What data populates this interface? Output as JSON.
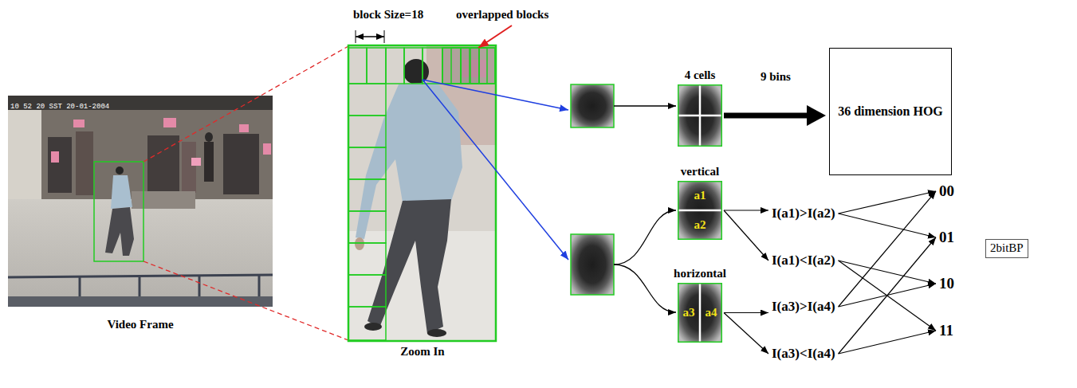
{
  "diagram": {
    "nodes": [
      {
        "text": [
          "4 cells"
        ]
      },
      {
        "text": [
          "36 dimension HOG"
        ]
      },
      {
        "text": [
          "vertical",
          "a1",
          "a2"
        ]
      },
      {
        "text": [
          "horizontal",
          "a3",
          "a4"
        ]
      },
      {
        "text": [
          "I(a1)>I(a2)"
        ]
      },
      {
        "text": [
          "I(a1)<I(a2)"
        ]
      },
      {
        "text": [
          "I(a3)>I(a4)"
        ]
      },
      {
        "text": [
          "I(a3)<I(a4)"
        ]
      },
      {
        "text": [
          "00"
        ]
      },
      {
        "text": [
          "01"
        ]
      },
      {
        "text": [
          "10"
        ]
      },
      {
        "text": [
          "11"
        ]
      },
      {
        "text": [
          "2bitBP"
        ]
      }
    ],
    "edges": [
      {
        "from": 0,
        "to": 1,
        "label": "9 bins",
        "arrow": "to"
      },
      {
        "from": 2,
        "to": 4,
        "arrow": "to"
      },
      {
        "from": 2,
        "to": 5,
        "arrow": "to"
      },
      {
        "from": 3,
        "to": 6,
        "arrow": "to"
      },
      {
        "from": 3,
        "to": 7,
        "arrow": "to"
      },
      {
        "from": 4,
        "to": 8,
        "arrow": "to"
      },
      {
        "from": 4,
        "to": 9,
        "arrow": "to"
      },
      {
        "from": 5,
        "to": 10,
        "arrow": "to"
      },
      {
        "from": 5,
        "to": 11,
        "arrow": "to"
      },
      {
        "from": 6,
        "to": 8,
        "arrow": "to"
      },
      {
        "from": 6,
        "to": 10,
        "arrow": "to"
      },
      {
        "from": 7,
        "to": 9,
        "arrow": "to"
      },
      {
        "from": 7,
        "to": 11,
        "arrow": "to"
      }
    ],
    "labels": [
      "block Size=18",
      "overlapped blocks",
      "10 52 20 SST 20-01-2004",
      "Video Frame",
      "Zoom In"
    ]
  }
}
